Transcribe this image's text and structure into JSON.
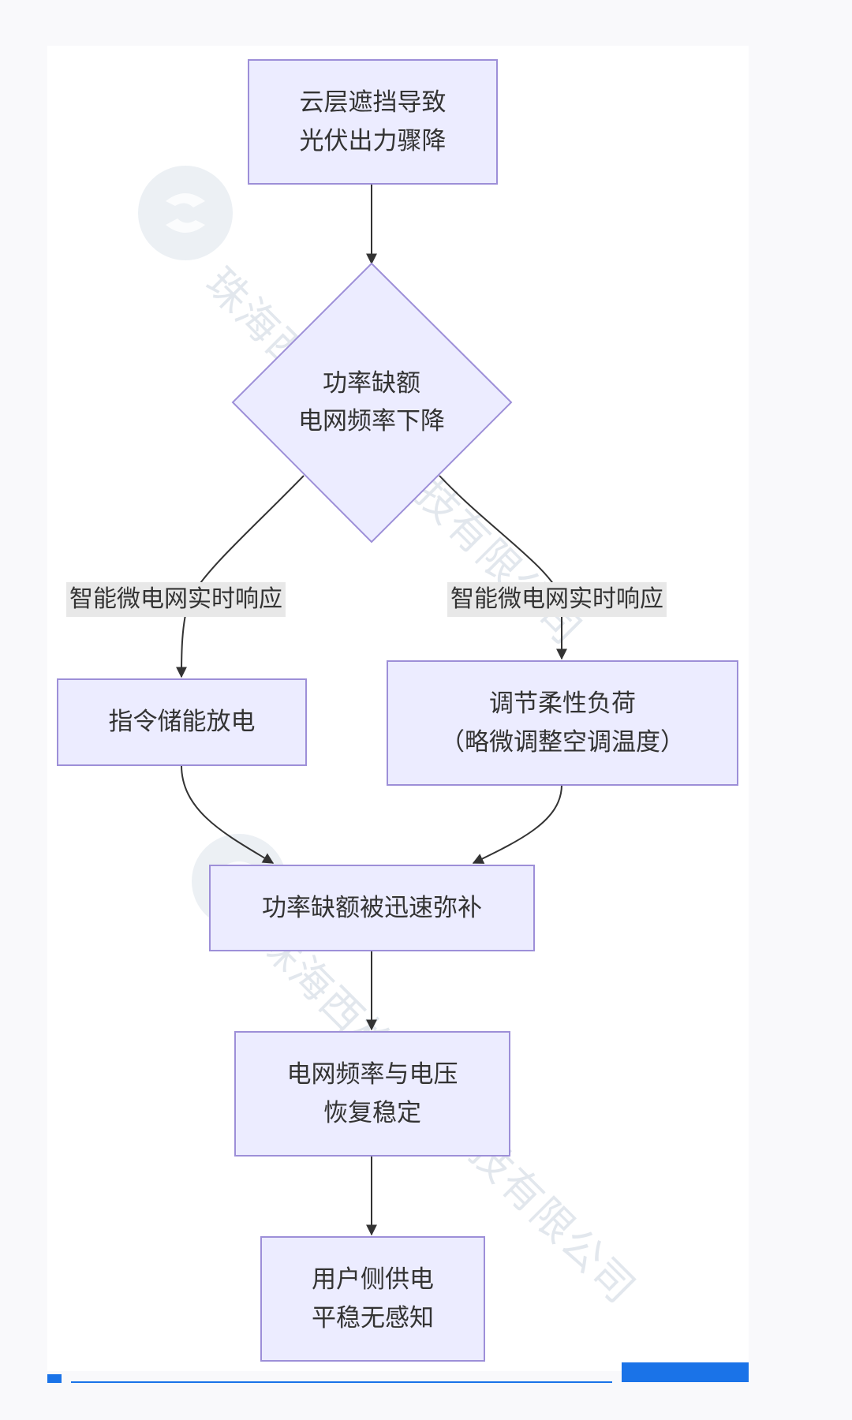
{
  "nodes": {
    "cloud": [
      "云层遮挡导致",
      "光伏出力骤降"
    ],
    "deficit": [
      "功率缺额",
      "电网频率下降"
    ],
    "storage": [
      "指令储能放电"
    ],
    "flexible": [
      "调节柔性负荷",
      "（略微调整空调温度）"
    ],
    "compensated": [
      "功率缺额被迅速弥补"
    ],
    "restored": [
      "电网频率与电压",
      "恢复稳定"
    ],
    "user": [
      "用户侧供电",
      "平稳无感知"
    ]
  },
  "edge_labels": {
    "left": "智能微电网实时响应",
    "right": "智能微电网实时响应"
  },
  "watermark": "珠海西格电力科技有限公司",
  "colors": {
    "node_fill": "#ececff",
    "node_border": "#9d8fd8",
    "edge": "#333333",
    "label_bg": "#e8e8e8",
    "accent": "#1a73e8"
  }
}
